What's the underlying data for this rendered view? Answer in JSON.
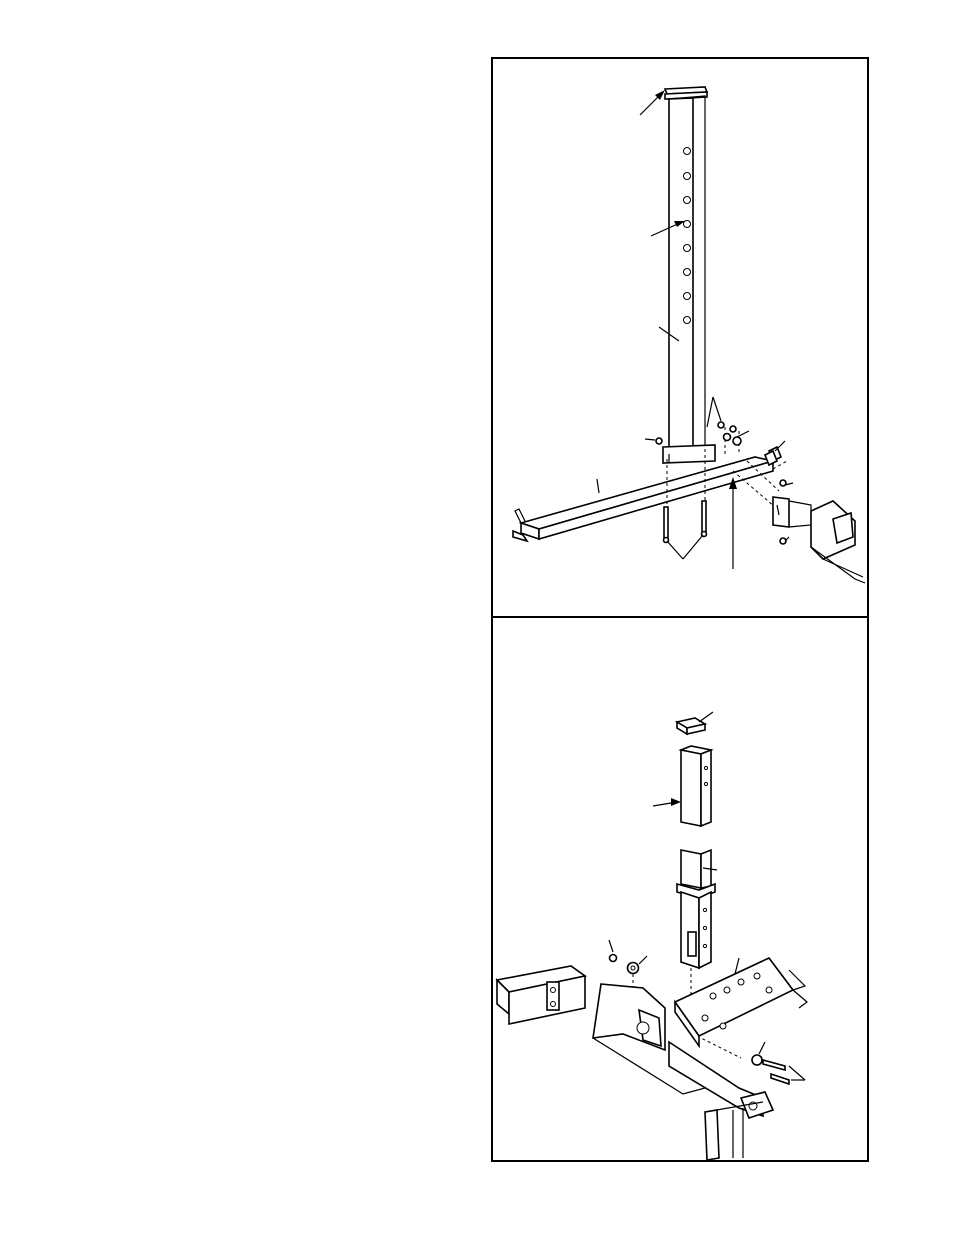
{
  "page": {
    "background": "#ffffff",
    "line_color": "#000000"
  },
  "figures": [
    {
      "id": "upright-assembly",
      "icon": "exploded-upright-diagram",
      "callouts": 9
    },
    {
      "id": "post-assembly",
      "icon": "exploded-post-diagram",
      "callouts": 6
    }
  ]
}
